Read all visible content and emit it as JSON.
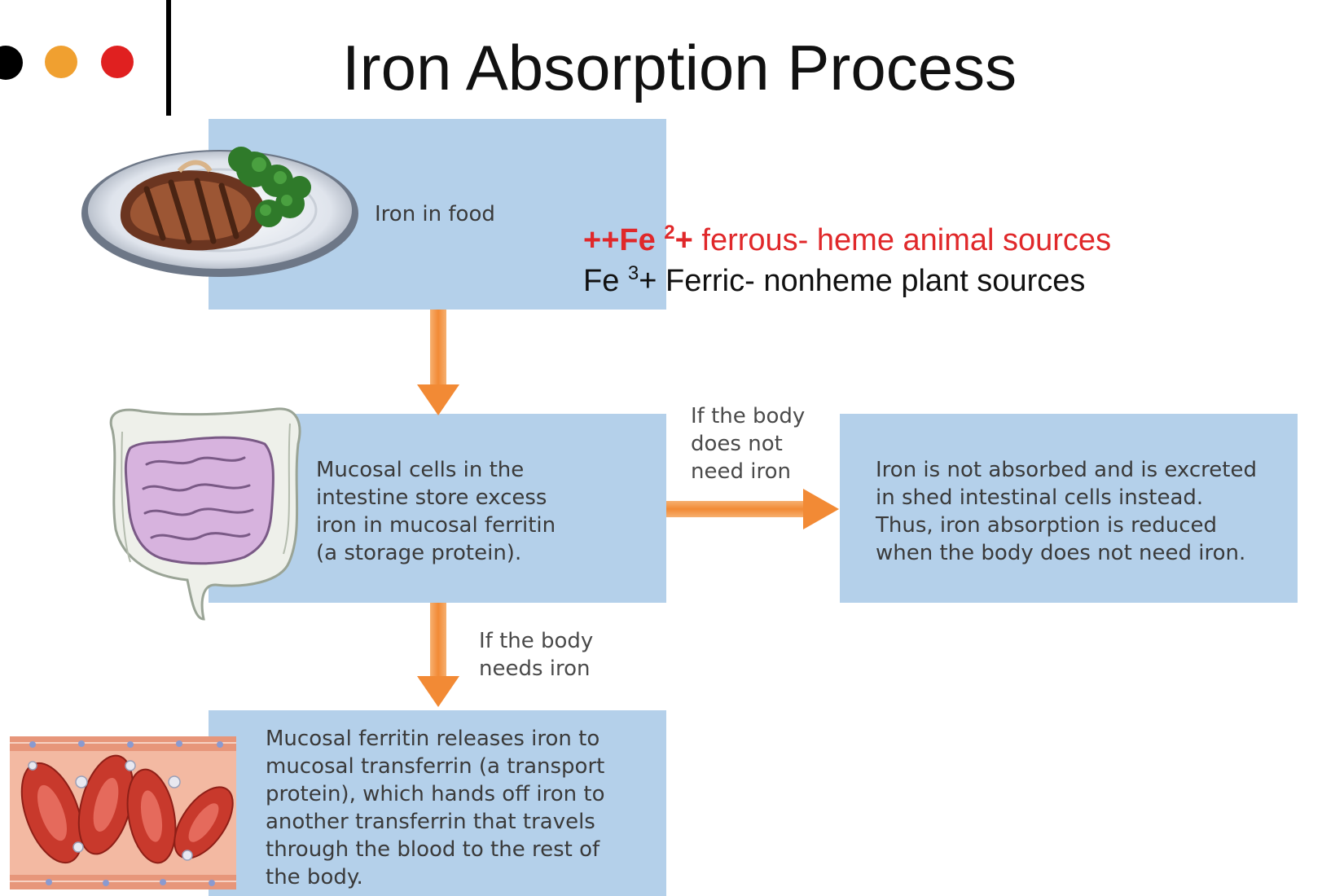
{
  "header": {
    "title": "Iron Absorption Process",
    "dots": [
      {
        "name": "black-dot",
        "color": "#000000"
      },
      {
        "name": "orange-dot",
        "color": "#f0a030"
      },
      {
        "name": "red-dot",
        "color": "#e02020"
      }
    ]
  },
  "notes": {
    "heme": {
      "prefix": "++Fe ",
      "sup": "2",
      "suffix": "+",
      "rest": " ferrous- heme animal sources",
      "color": "#e0282a"
    },
    "nonheme": {
      "prefix": "Fe ",
      "sup": "3",
      "suffix": "+",
      "rest": " Ferric- nonheme plant sources",
      "color": "#111111"
    }
  },
  "diagram": {
    "box_color": "#b4d0ea",
    "arrow_color": "#f09040",
    "steps": {
      "food": "Iron in food",
      "mucosal": "Mucosal cells in the\nintestine store excess\niron in mucosal ferritin\n(a storage protein).",
      "excreted": "Iron is not absorbed and is excreted\nin shed intestinal cells instead.\nThus, iron absorption is reduced\nwhen the body does not need iron.",
      "transferrin": "Mucosal ferritin releases iron to\nmucosal transferrin (a transport\nprotein), which hands off iron to\nanother transferrin that travels\nthrough the blood to the rest of\nthe body."
    },
    "branches": {
      "not_needed": "If the body\ndoes not\nneed iron",
      "needed": "If the body\nneeds iron"
    },
    "illustrations": [
      "steak-plate-icon",
      "intestine-icon",
      "blood-vessel-icon"
    ]
  }
}
